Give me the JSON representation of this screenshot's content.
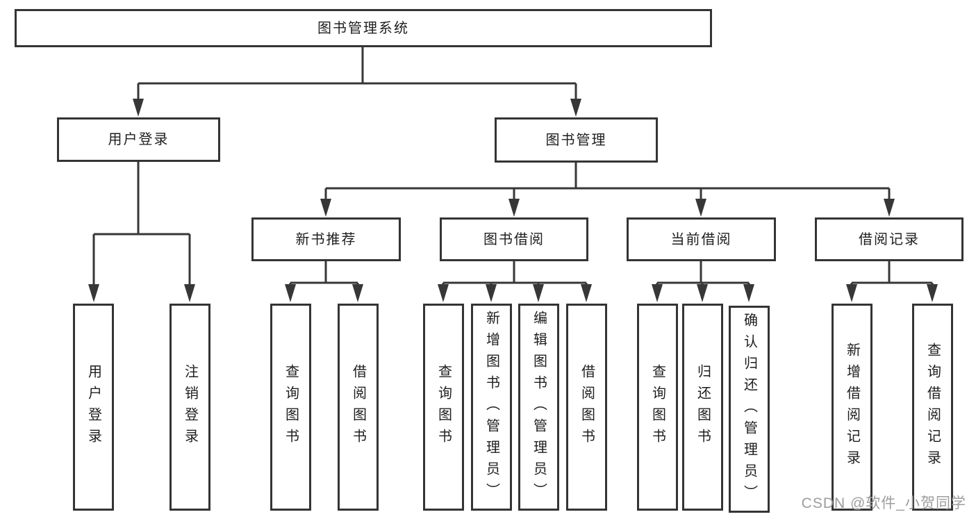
{
  "tree": {
    "root": {
      "label": "图书管理系统"
    },
    "branches": [
      {
        "label": "用户登录",
        "children": [
          {
            "label": "用户登录"
          },
          {
            "label": "注销登录"
          }
        ]
      },
      {
        "label": "图书管理",
        "children": [
          {
            "label": "新书推荐",
            "children": [
              {
                "label": "查询图书"
              },
              {
                "label": "借阅图书"
              }
            ]
          },
          {
            "label": "图书借阅",
            "children": [
              {
                "label": "查询图书"
              },
              {
                "label": "新增图书（管理员）"
              },
              {
                "label": "编辑图书（管理员）"
              },
              {
                "label": "借阅图书"
              }
            ]
          },
          {
            "label": "当前借阅",
            "children": [
              {
                "label": "查询图书"
              },
              {
                "label": "归还图书"
              },
              {
                "label": "确认归还（管理员）"
              }
            ]
          },
          {
            "label": "借阅记录",
            "children": [
              {
                "label": "新增借阅记录"
              },
              {
                "label": "查询借阅记录"
              }
            ]
          }
        ]
      }
    ]
  },
  "watermark": {
    "text": "CSDN @软件_小贺同学"
  },
  "colors": {
    "line": "#373737",
    "box_border": "#343434",
    "text": "#1e1e1e",
    "watermark": "#9d9d9d",
    "background": "#ffffff"
  }
}
